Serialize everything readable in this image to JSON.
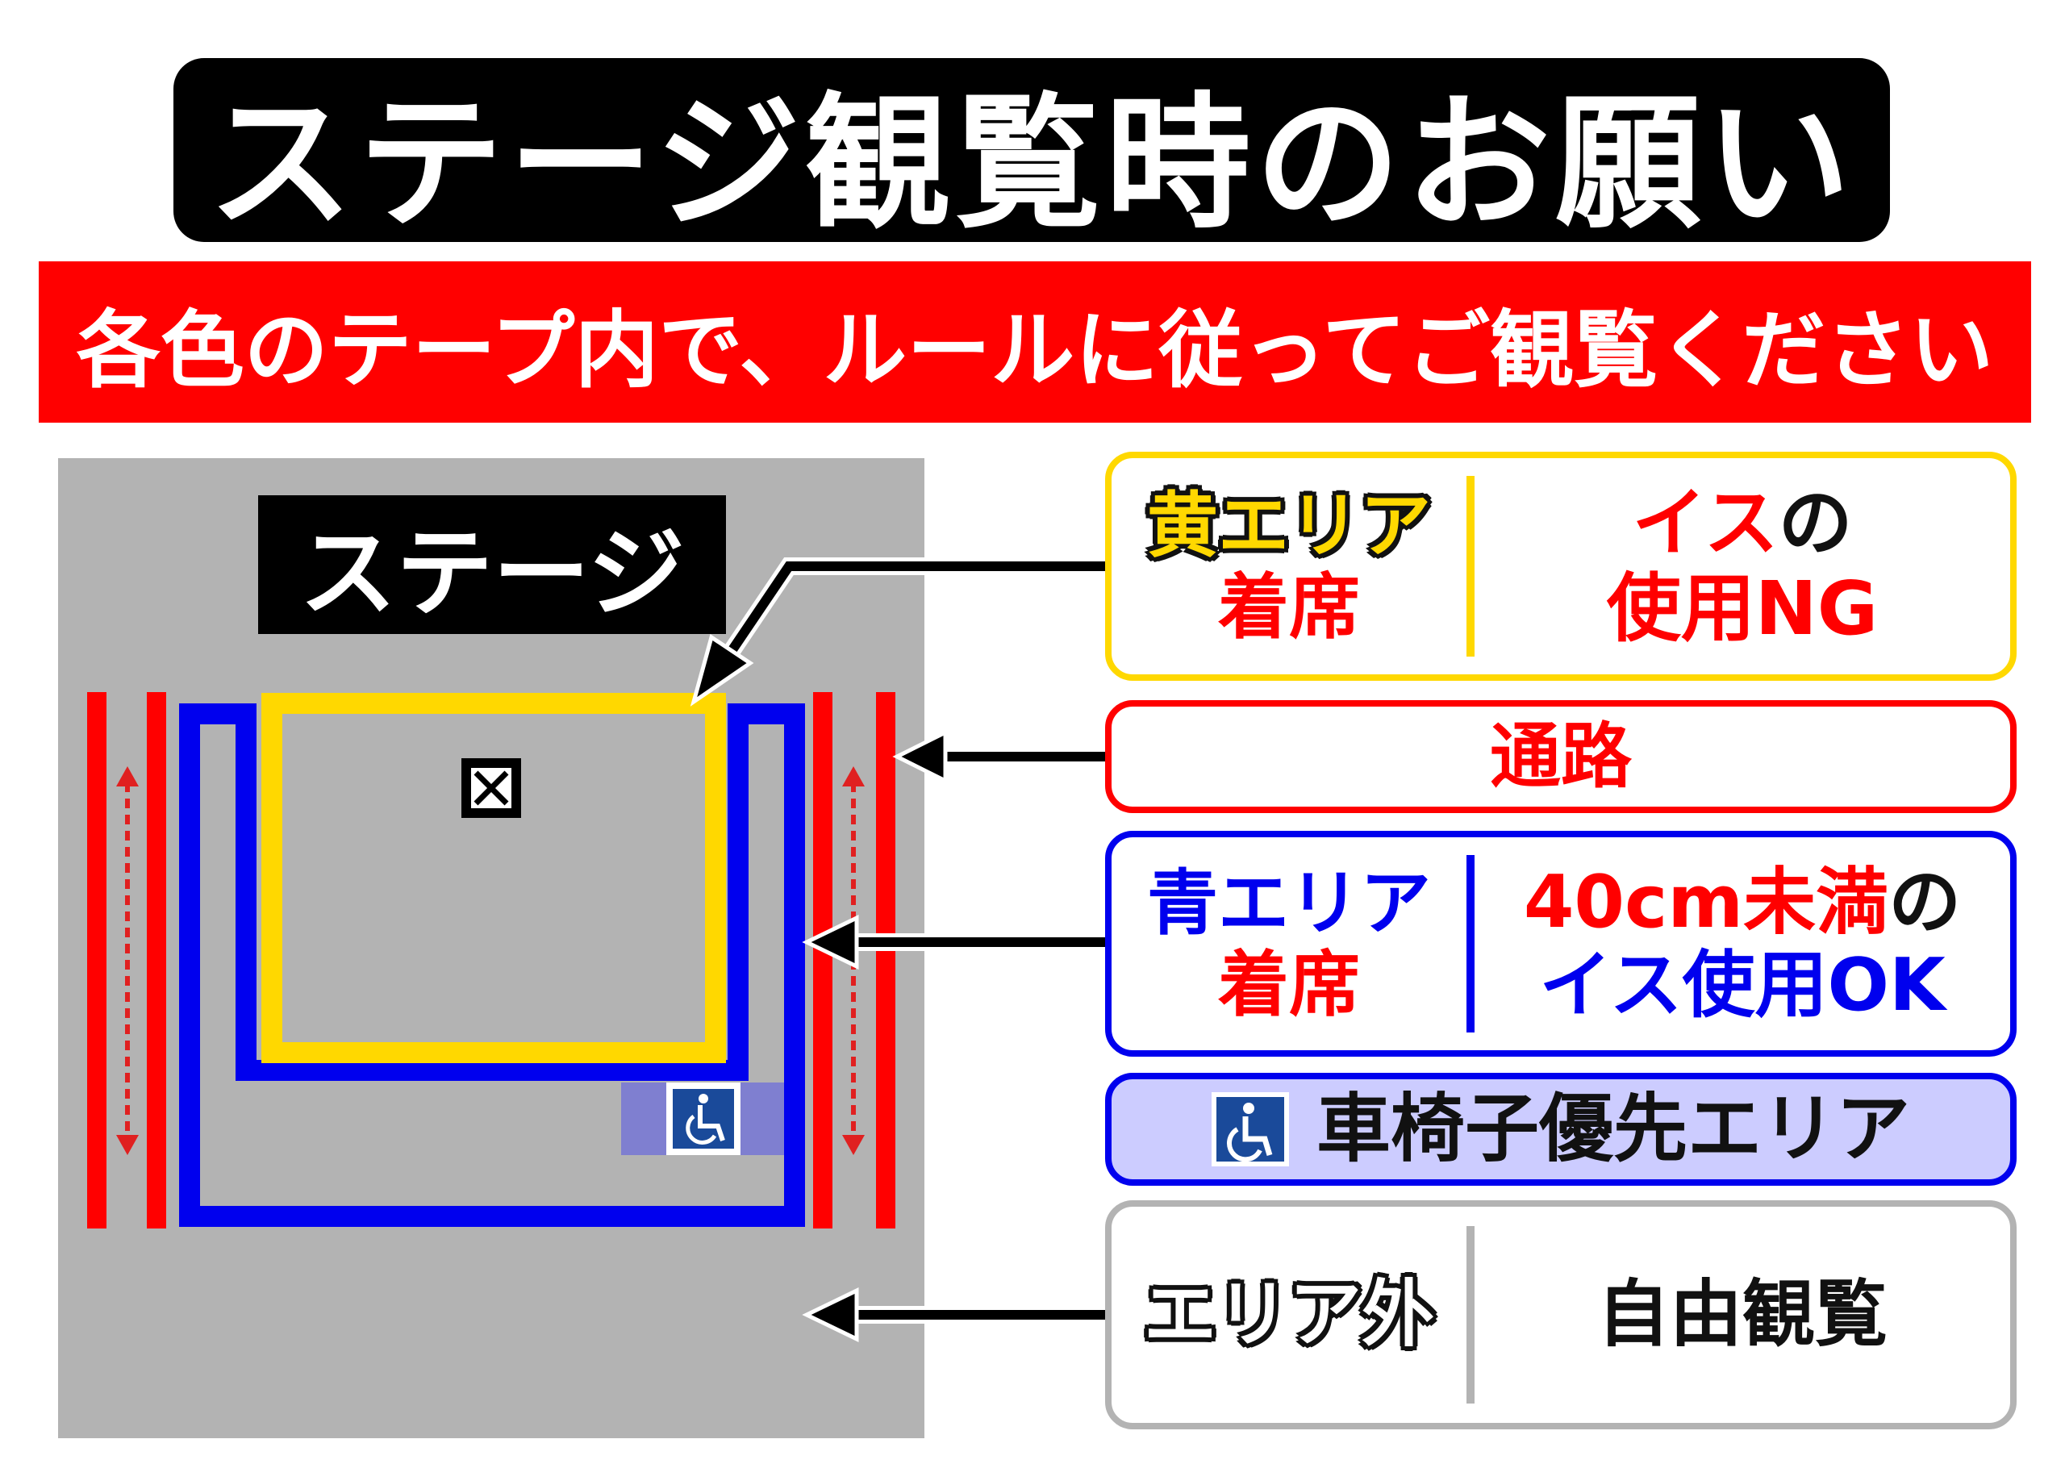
{
  "title": "ステージ観覧時のお願い",
  "subtitle": "各色のテープ内で、ルールに従ってご観覧ください",
  "map": {
    "stage_label": "ステージ"
  },
  "legend": {
    "yellow": {
      "area": "黄エリア",
      "seat": "着席",
      "rule_part1": "イス",
      "rule_part2": "の",
      "rule_line2": "使用NG"
    },
    "aisle": {
      "label": "通路"
    },
    "blue": {
      "area": "青エリア",
      "seat": "着席",
      "rule_part1": "40cm未満",
      "rule_part2": "の",
      "rule_line2": "イス使用OK"
    },
    "wheelchair": {
      "label": "車椅子優先エリア"
    },
    "outside": {
      "area": "エリア外",
      "rule": "自由観覧"
    }
  },
  "colors": {
    "yellow": "#ffd800",
    "red": "#ff0000",
    "blue": "#0000ee",
    "gray": "#b3b3b3",
    "wheelchair_zone": "#7f7fd0",
    "wheelchair_box": "#ccccff"
  }
}
